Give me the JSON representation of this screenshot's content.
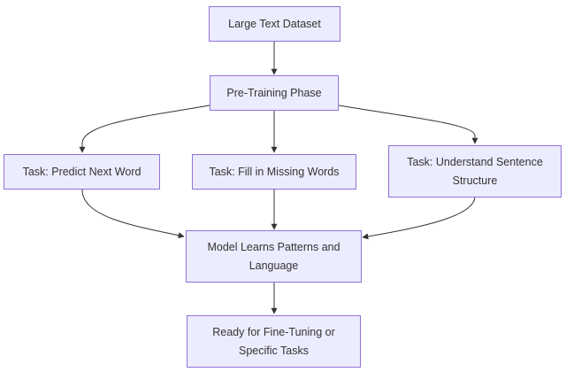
{
  "diagram": {
    "nodes": {
      "dataset": "Large Text Dataset",
      "pretraining": "Pre-Training Phase",
      "task_next_word": "Task: Predict Next Word",
      "task_fill": "Task: Fill in Missing Words",
      "task_structure_line1": "Task: Understand Sentence",
      "task_structure_line2": "Structure",
      "learns_line1": "Model Learns Patterns and",
      "learns_line2": "Language",
      "ready_line1": "Ready for Fine-Tuning or",
      "ready_line2": "Specific Tasks"
    },
    "colors": {
      "node_fill": "#ececff",
      "node_border": "#9370db",
      "edge": "#333333",
      "text": "#333333"
    }
  }
}
